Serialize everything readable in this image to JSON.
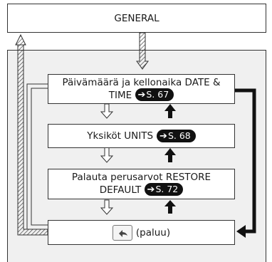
{
  "general_label": "GENERAL",
  "items": [
    {
      "line1": "Päivämäärä ja kellonaika DATE &",
      "line2": "TIME",
      "page_ref": "S. 67"
    },
    {
      "line1": "Yksiköt UNITS",
      "page_ref": "S. 68"
    },
    {
      "line1": "Palauta perusarvot RESTORE",
      "line2": "DEFAULT",
      "page_ref": "S. 72"
    }
  ],
  "back_label": "(paluu)",
  "icons": {
    "page_ref_arrow": "arrow-right-icon",
    "back_key": "return-arrow-icon"
  }
}
